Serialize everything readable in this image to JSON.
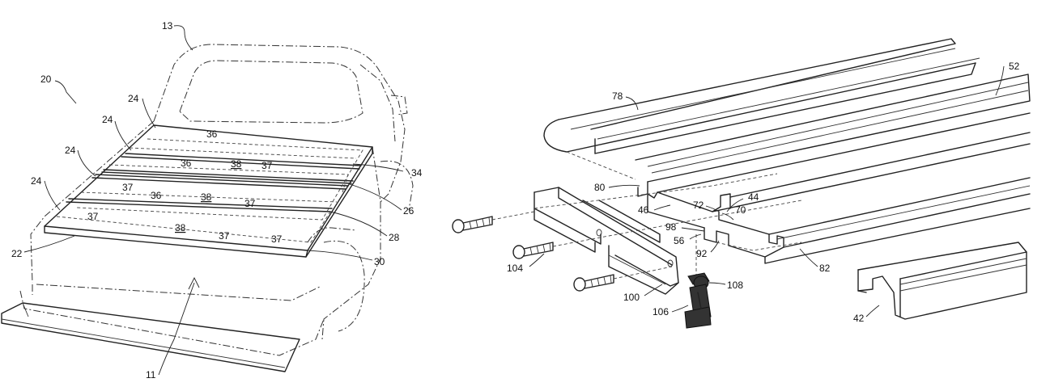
{
  "figure_left": {
    "labels": {
      "l13": "13",
      "l20": "20",
      "l24a": "24",
      "l24b": "24",
      "l24c": "24",
      "l24d": "24",
      "l36a": "36",
      "l36b": "36",
      "l36c": "36",
      "l38a": "38",
      "l38b": "38",
      "l38c": "38",
      "l37a": "37",
      "l37b": "37",
      "l37c": "37",
      "l37d": "37",
      "l37e": "37",
      "l37f": "37",
      "l34": "34",
      "l26": "26",
      "l28": "28",
      "l30": "30",
      "l22": "22",
      "l11": "11"
    }
  },
  "figure_right": {
    "labels": {
      "l78": "78",
      "l52": "52",
      "l80": "80",
      "l44": "44",
      "l72": "72",
      "l70": "70",
      "l46": "46",
      "l98": "98",
      "l56": "56",
      "l92": "92",
      "l82": "82",
      "l104": "104",
      "l100": "100",
      "l108": "108",
      "l106": "106",
      "l42": "42"
    }
  }
}
